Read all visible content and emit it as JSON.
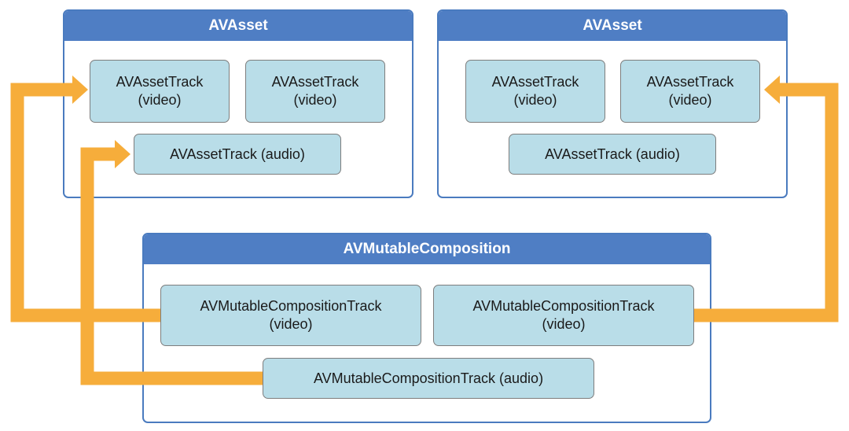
{
  "colors": {
    "arrow": "#f6ad3b",
    "container_header": "#4f7ec4",
    "container_border": "#4a7bbf",
    "track_fill": "#b9dde8",
    "track_border": "#7d7d7d"
  },
  "asset_left": {
    "title": "AVAsset",
    "tracks": [
      {
        "name": "AVAssetTrack",
        "kind": "(video)"
      },
      {
        "name": "AVAssetTrack",
        "kind": "(video)"
      },
      {
        "label": "AVAssetTrack (audio)"
      }
    ]
  },
  "asset_right": {
    "title": "AVAsset",
    "tracks": [
      {
        "name": "AVAssetTrack",
        "kind": "(video)"
      },
      {
        "name": "AVAssetTrack",
        "kind": "(video)"
      },
      {
        "label": "AVAssetTrack (audio)"
      }
    ]
  },
  "composition": {
    "title": "AVMutableComposition",
    "tracks": [
      {
        "name": "AVMutableCompositionTrack",
        "kind": "(video)"
      },
      {
        "name": "AVMutableCompositionTrack",
        "kind": "(video)"
      },
      {
        "label": "AVMutableCompositionTrack (audio)"
      }
    ]
  }
}
